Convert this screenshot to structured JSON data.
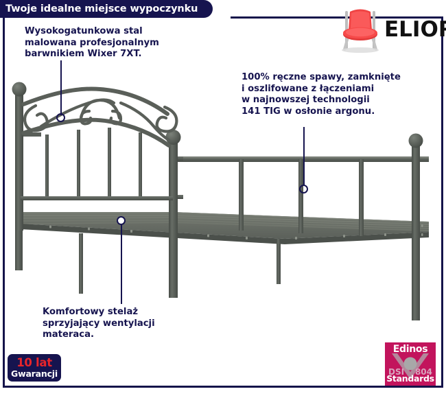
{
  "header": {
    "ribbon_text": "Twoje idealne miejsce wypoczynku"
  },
  "logo": {
    "brand": "ELIOR",
    "icon": "red-chair-icon",
    "chair_color": "#ef3b3b",
    "frame_color": "#b9b9b9"
  },
  "callouts": [
    {
      "id": "callout-steel",
      "text": "Wysokogatunkowa stal\nmalowana profesjonalnym\nbarwnikiem Wixer 7XT.",
      "marker": "ring"
    },
    {
      "id": "callout-welds",
      "text": "100% ręczne spawy, zamknięte\ni oszlifowane z łączeniami\nw najnowszej technologii\n141 TIG w osłonie argonu.",
      "marker": "ring"
    },
    {
      "id": "callout-slats",
      "text": "Komfortowy stelaż\nsprzyjający wentylacji\nmateraca.",
      "marker": "filled-dot"
    }
  ],
  "badges": {
    "warranty": {
      "line1": "10 lat",
      "line2": "Gwarancji",
      "bg": "#16144f",
      "accent": "#e8252b"
    },
    "edinos": {
      "name": "Edinos",
      "code_left": "DSI",
      "code_right": "804",
      "standards": "Standards",
      "bg": "#c2145c"
    }
  },
  "product": {
    "name": "metal-bed-frame",
    "frame_color": "#5c615b",
    "slat_color": "#6b7068",
    "description": "Grey metal bed frame with scrolled headboard, footboard rail and ventilated slat base"
  },
  "theme": {
    "navy": "#16144f",
    "white": "#ffffff",
    "red": "#e8252b",
    "magenta": "#c2145c"
  }
}
